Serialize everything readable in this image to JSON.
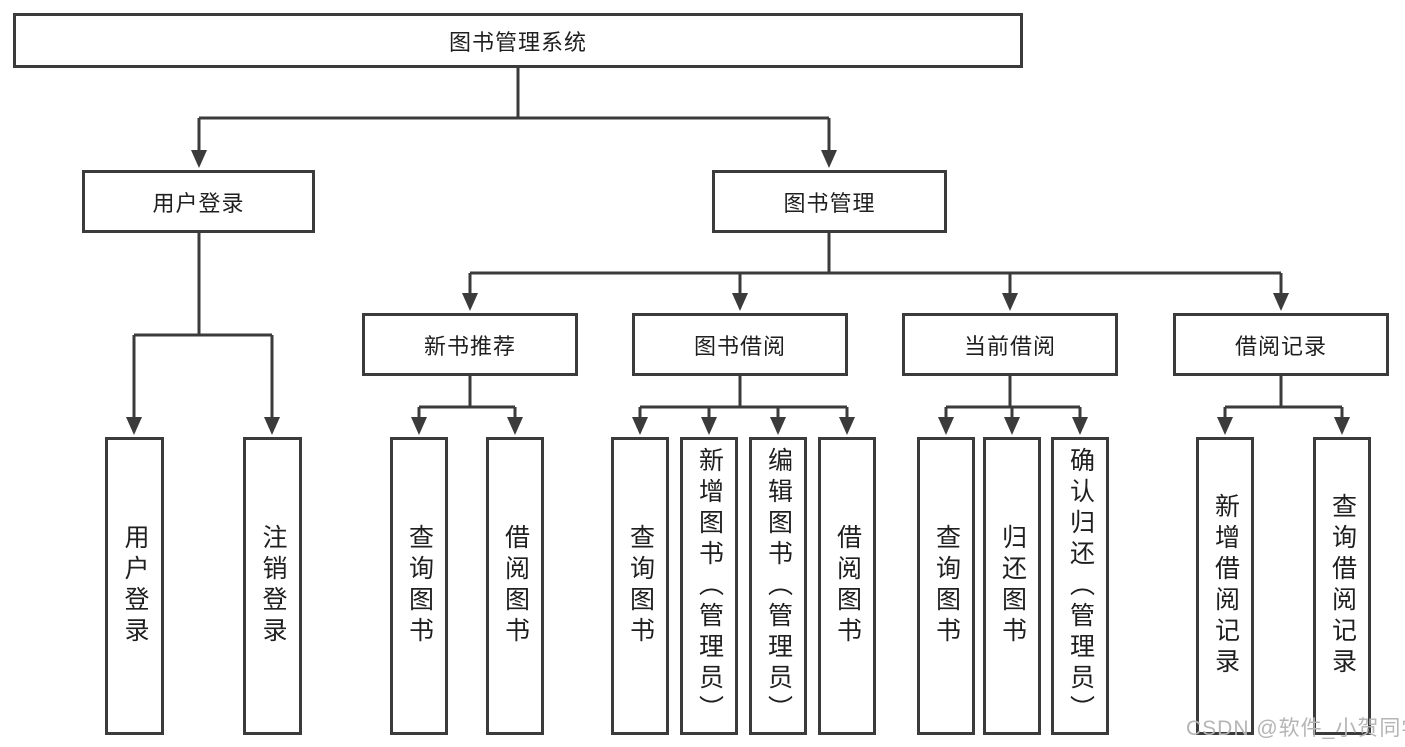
{
  "diagram_type": "hierarchy-tree",
  "colors": {
    "background": "#ffffff",
    "box_border": "#3b3b3b",
    "connector": "#3b3b3b",
    "text": "#1f1f1f",
    "watermark": "#b5b5b5"
  },
  "tree": {
    "label": "图书管理系统",
    "children": [
      {
        "label": "用户登录",
        "children": [
          {
            "label": "用户登录"
          },
          {
            "label": "注销登录"
          }
        ]
      },
      {
        "label": "图书管理",
        "children": [
          {
            "label": "新书推荐",
            "children": [
              {
                "label": "查询图书"
              },
              {
                "label": "借阅图书"
              }
            ]
          },
          {
            "label": "图书借阅",
            "children": [
              {
                "label": "查询图书"
              },
              {
                "label": "新增图书（管理员）"
              },
              {
                "label": "编辑图书（管理员）"
              },
              {
                "label": "借阅图书"
              }
            ]
          },
          {
            "label": "当前借阅",
            "children": [
              {
                "label": "查询图书"
              },
              {
                "label": "归还图书"
              },
              {
                "label": "确认归还（管理员）"
              }
            ]
          },
          {
            "label": "借阅记录",
            "children": [
              {
                "label": "新增借阅记录"
              },
              {
                "label": "查询借阅记录"
              }
            ]
          }
        ]
      }
    ]
  },
  "watermark": "CSDN @软件_小贺同学"
}
